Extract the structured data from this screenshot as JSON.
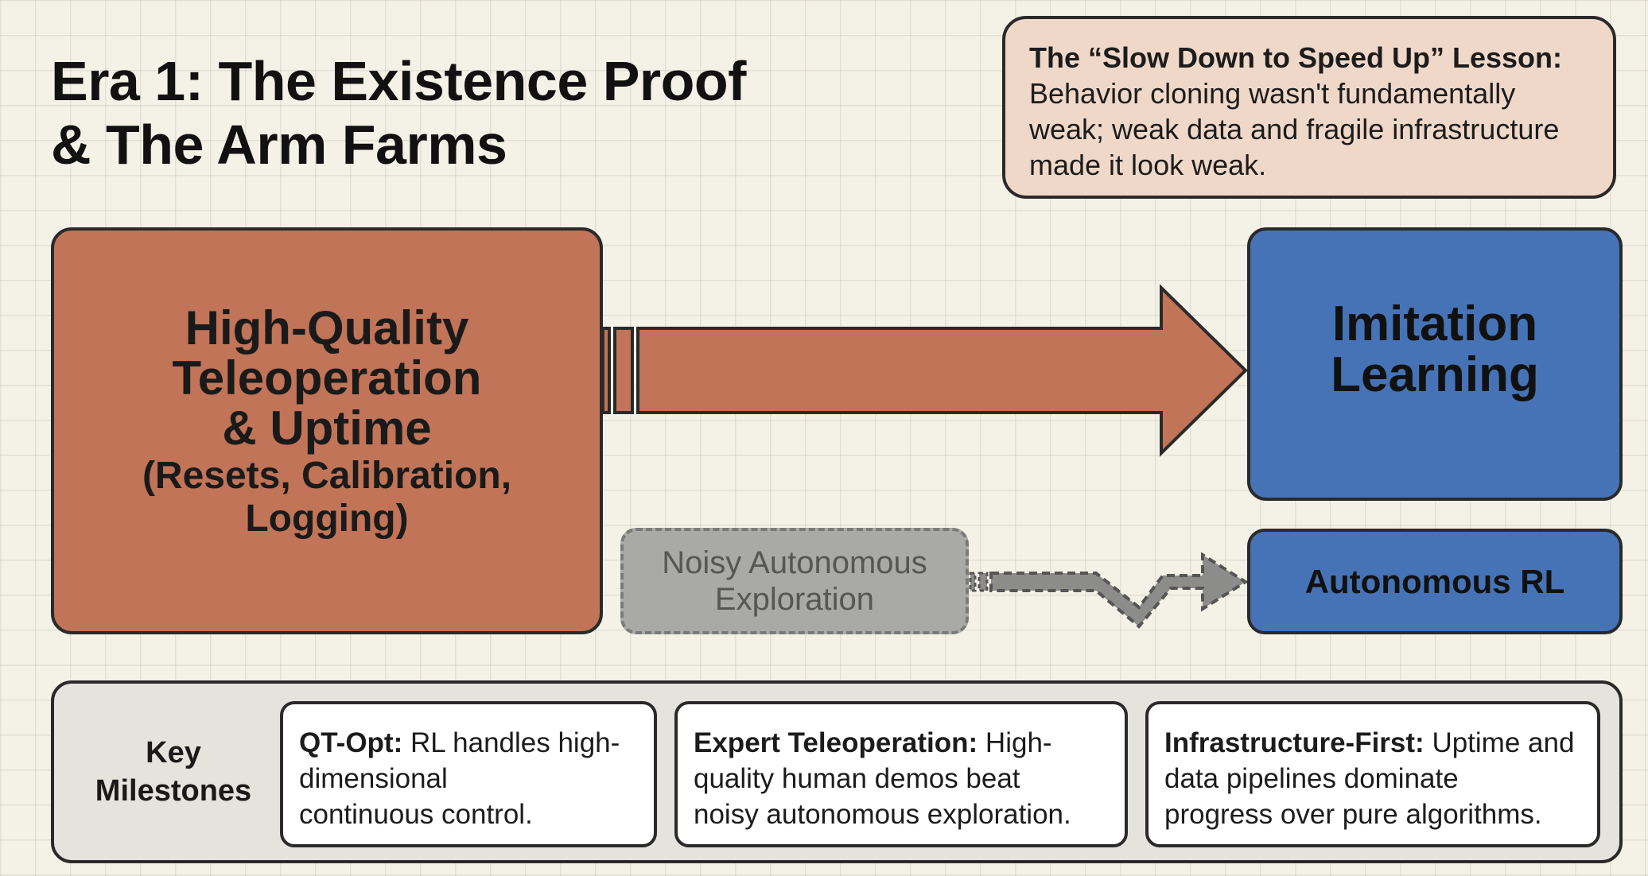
{
  "title": {
    "line1": "Era 1: The Existence Proof",
    "line2": "& The Arm Farms"
  },
  "lesson": {
    "heading": "The “Slow Down to Speed Up” Lesson:",
    "line1": "Behavior cloning wasn't fundamentally",
    "line2": "weak; weak data and fragile infrastructure",
    "line3": "made it look weak."
  },
  "teleop_box": {
    "line1": "High-Quality",
    "line2": "Teleoperation",
    "line3": "& Uptime",
    "sub1": "(Resets, Calibration,",
    "sub2": "Logging)"
  },
  "imitation_box": {
    "line1": "Imitation",
    "line2": "Learning"
  },
  "noisy_box": {
    "line1": "Noisy Autonomous",
    "line2": "Exploration"
  },
  "rl_box": {
    "label": "Autonomous RL"
  },
  "milestones": {
    "label_line1": "Key",
    "label_line2": "Milestones",
    "cards": [
      {
        "title": "QT-Opt:",
        "line1": " RL handles high-",
        "line2": "dimensional",
        "line3": "continuous control."
      },
      {
        "title": "Expert Teleoperation:",
        "line1": " High-",
        "line2": "quality human demos beat",
        "line3": "noisy autonomous exploration."
      },
      {
        "title": "Infrastructure-First:",
        "line1": " Uptime and",
        "line2": "data pipelines dominate",
        "line3": "progress over pure algorithms."
      }
    ]
  },
  "colors": {
    "background": "#f4f1e6",
    "teleop": "#c17457",
    "imitation": "#4673b6",
    "lesson": "#f0d8c8",
    "noisy": "#a9a9a6",
    "milestones_panel": "#e5e3dd"
  }
}
